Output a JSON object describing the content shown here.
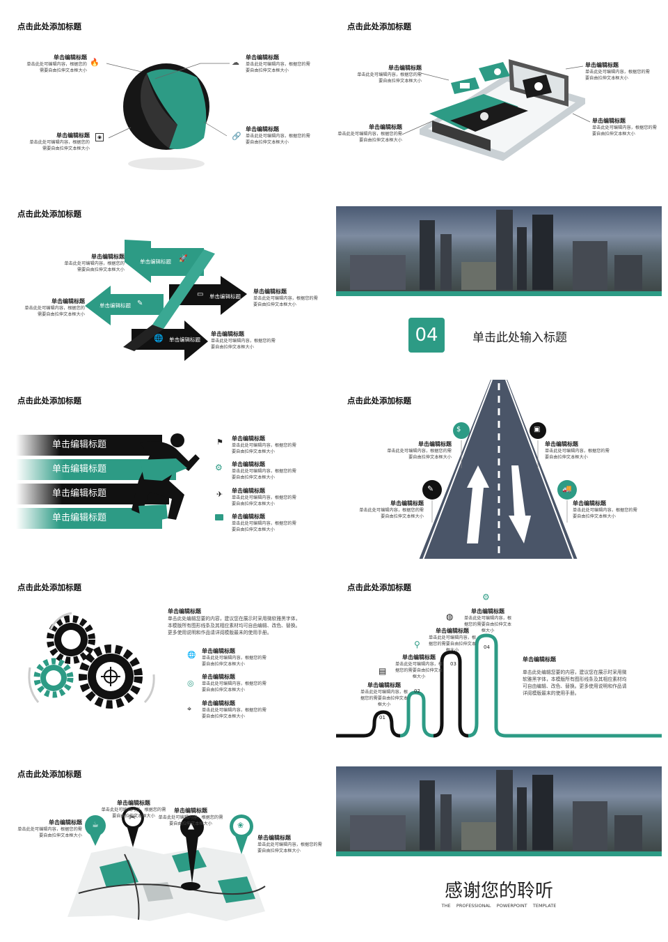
{
  "slides": {
    "s1": {
      "title": "点击此处添加标题",
      "items": [
        {
          "h": "单击编辑标题",
          "d": "单击此处可编辑内容，根据您的需要自由拉伸文本框大小"
        },
        {
          "h": "单击编辑标题",
          "d": "单击此处可编辑内容，根据您的需要自由拉伸文本框大小"
        },
        {
          "h": "单击编辑标题",
          "d": "单击此处可编辑内容，根据您的需要自由拉伸文本框大小"
        },
        {
          "h": "单击编辑标题",
          "d": "单击此处可编辑内容，根据您的需要自由拉伸文本框大小"
        }
      ],
      "icons": [
        "fire-icon",
        "cloud-icon",
        "safe-icon",
        "link-icon"
      ]
    },
    "s2": {
      "title": "点击此处添加标题",
      "items": [
        {
          "h": "单击编辑标题",
          "d": "单击此处可编辑内容，根据您的需要自由拉伸文本框大小"
        },
        {
          "h": "单击编辑标题",
          "d": "单击此处可编辑内容，根据您的需要自由拉伸文本框大小"
        },
        {
          "h": "单击编辑标题",
          "d": "单击此处可编辑内容，根据您的需要自由拉伸文本框大小"
        },
        {
          "h": "单击编辑标题",
          "d": "单击此处可编辑内容，根据您的需要自由拉伸文本框大小"
        }
      ]
    },
    "s3": {
      "title": "点击此处添加标题",
      "arrows": [
        "单击编辑标题",
        "单击编辑标题",
        "单击编辑标题",
        "单击编辑标题"
      ],
      "items": [
        {
          "h": "单击编辑标题",
          "d": "单击此处可编辑内容，根据您的需要自由拉伸文本框大小"
        },
        {
          "h": "单击编辑标题",
          "d": "单击此处可编辑内容，根据您的需要自由拉伸文本框大小"
        },
        {
          "h": "单击编辑标题",
          "d": "单击此处可编辑内容，根据您的需要自由拉伸文本框大小"
        },
        {
          "h": "单击编辑标题",
          "d": "单击此处可编辑内容，根据您的需要自由拉伸文本框大小"
        }
      ]
    },
    "s4": {
      "number": "04",
      "title": "单击此处输入标题"
    },
    "s5": {
      "title": "点击此处添加标题",
      "bands": [
        "单击编辑标题",
        "单击编辑标题",
        "单击编辑标题",
        "单击编辑标题"
      ],
      "items": [
        {
          "h": "单击编辑标题",
          "d": "单击此处可编辑内容，根据您的需要自由拉伸文本框大小"
        },
        {
          "h": "单击编辑标题",
          "d": "单击此处可编辑内容，根据您的需要自由拉伸文本框大小"
        },
        {
          "h": "单击编辑标题",
          "d": "单击此处可编辑内容，根据您的需要自由拉伸文本框大小"
        },
        {
          "h": "单击编辑标题",
          "d": "单击此处可编辑内容，根据您的需要自由拉伸文本框大小"
        }
      ]
    },
    "s6": {
      "title": "点击此处添加标题",
      "items": [
        {
          "h": "单击编辑标题",
          "d": "单击此处可编辑内容，根据您的需要自由拉伸文本框大小"
        },
        {
          "h": "单击编辑标题",
          "d": "单击此处可编辑内容，根据您的需要自由拉伸文本框大小"
        },
        {
          "h": "单击编辑标题",
          "d": "单击此处可编辑内容，根据您的需要自由拉伸文本框大小"
        },
        {
          "h": "单击编辑标题",
          "d": "单击此处可编辑内容，根据您的需要自由拉伸文本框大小"
        }
      ]
    },
    "s7": {
      "title": "点击此处添加标题",
      "main": {
        "h": "单击编辑标题",
        "d": "单击此处编辑您要的内容，建议您在展示时采用微软雅黑字体，本模版所有图形线条及其相应素材均可自由编辑、改色、替换。更多使用说明和作品请详阅模版最末的使用手册。"
      },
      "items": [
        {
          "h": "单击编辑标题",
          "d": "单击此处可编辑内容，根据您的需要自由拉伸文本框大小"
        },
        {
          "h": "单击编辑标题",
          "d": "单击此处可编辑内容，根据您的需要自由拉伸文本框大小"
        },
        {
          "h": "单击编辑标题",
          "d": "单击此处可编辑内容，根据您的需要自由拉伸文本框大小"
        }
      ]
    },
    "s8": {
      "title": "点击此处添加标题",
      "steps": [
        "01",
        "02",
        "03",
        "04"
      ],
      "items": [
        {
          "h": "单击编辑标题",
          "d": "单击此处可编辑内容，根据您的需要自由拉伸文本框大小"
        },
        {
          "h": "单击编辑标题",
          "d": "单击此处可编辑内容，根据您的需要自由拉伸文本框大小"
        },
        {
          "h": "单击编辑标题",
          "d": "单击此处可编辑内容，根据您的需要自由拉伸文本框大小"
        },
        {
          "h": "单击编辑标题",
          "d": "单击此处可编辑内容，根据您的需要自由拉伸文本框大小"
        }
      ],
      "main": {
        "h": "单击编辑标题",
        "d": "单击此处编辑您要的内容，建议您在展示时采用微软雅黑字体，本模版所有图形线条及其相应素材均可自由编辑、改色、替换。更多使用说明和作品请详阅模版最末的使用手册。"
      }
    },
    "s9": {
      "title": "点击此处添加标题",
      "items": [
        {
          "h": "单击编辑标题",
          "d": "单击此处可编辑内容，根据您的需要自由拉伸文本框大小"
        },
        {
          "h": "单击编辑标题",
          "d": "单击此处可编辑内容，根据您的需要自由拉伸文本框大小"
        },
        {
          "h": "单击编辑标题",
          "d": "单击此处可编辑内容，根据您的需要自由拉伸文本框大小"
        },
        {
          "h": "单击编辑标题",
          "d": "单击此处可编辑内容，根据您的需要自由拉伸文本框大小"
        }
      ]
    },
    "s10": {
      "title": "感谢您的聆听",
      "subtitle": "THE    PROFESSIONAL    POWERPOINT    TEMPLATE"
    }
  },
  "colors": {
    "accent": "#2d9b85",
    "dark": "#1a1a1a",
    "road": "#4a5568"
  }
}
